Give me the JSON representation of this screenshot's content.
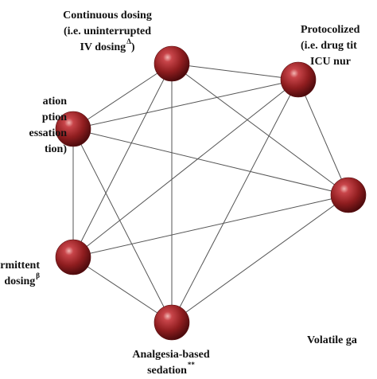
{
  "diagram": {
    "node_color": "#8f1d1f",
    "edge_color": "#555555",
    "nodes": [
      {
        "id": "continuous",
        "lines": [
          "Continuous dosing",
          "(i.e. uninterrupted",
          "IV dosing"
        ],
        "marker": "Δ",
        "marker_suffix": ")"
      },
      {
        "id": "protocolized",
        "lines": [
          "Protocolized",
          "(i.e. drug tit",
          "ICU nur"
        ]
      },
      {
        "id": "volatile",
        "lines": [
          "Volatile ga"
        ]
      },
      {
        "id": "analgesia",
        "lines": [
          "Analgesia-based",
          "sedation"
        ],
        "marker": "**"
      },
      {
        "id": "intermittent",
        "lines": [
          "ntermittent",
          "dosing"
        ],
        "marker": "β"
      },
      {
        "id": "interruption",
        "lines": [
          "ation",
          "ption",
          "essation",
          "tion)"
        ]
      }
    ],
    "edges": "complete"
  }
}
